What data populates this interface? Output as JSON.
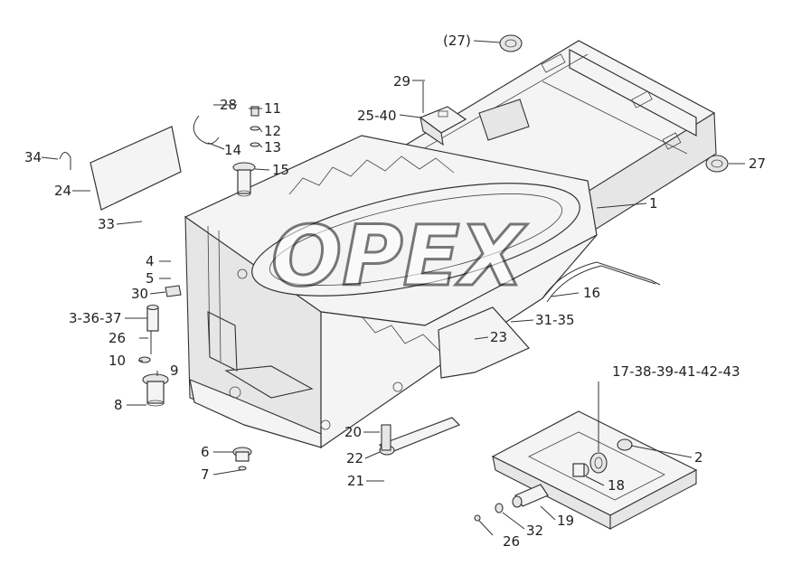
{
  "watermark": "OPEX",
  "labels": [
    {
      "id": "l27a",
      "text": "(27)"
    },
    {
      "id": "l27b",
      "text": "27"
    },
    {
      "id": "l29",
      "text": "29"
    },
    {
      "id": "l2540",
      "text": "25-40"
    },
    {
      "id": "l28",
      "text": "28"
    },
    {
      "id": "l11",
      "text": "11"
    },
    {
      "id": "l12",
      "text": "12"
    },
    {
      "id": "l13",
      "text": "13"
    },
    {
      "id": "l14",
      "text": "14"
    },
    {
      "id": "l15",
      "text": "15"
    },
    {
      "id": "l34",
      "text": "34"
    },
    {
      "id": "l24",
      "text": "24"
    },
    {
      "id": "l33",
      "text": "33"
    },
    {
      "id": "l1",
      "text": "1"
    },
    {
      "id": "l4",
      "text": "4"
    },
    {
      "id": "l5",
      "text": "5"
    },
    {
      "id": "l30",
      "text": "30"
    },
    {
      "id": "l33637",
      "text": "3-36-37"
    },
    {
      "id": "l26a",
      "text": "26"
    },
    {
      "id": "l10",
      "text": "10"
    },
    {
      "id": "l9",
      "text": "9"
    },
    {
      "id": "l8",
      "text": "8"
    },
    {
      "id": "l16",
      "text": "16"
    },
    {
      "id": "l3135",
      "text": "31-35"
    },
    {
      "id": "l23",
      "text": "23"
    },
    {
      "id": "l1743",
      "text": "17-38-39-41-42-43"
    },
    {
      "id": "l2",
      "text": "2"
    },
    {
      "id": "l20",
      "text": "20"
    },
    {
      "id": "l22",
      "text": "22"
    },
    {
      "id": "l21",
      "text": "21"
    },
    {
      "id": "l6",
      "text": "6"
    },
    {
      "id": "l7",
      "text": "7"
    },
    {
      "id": "l18",
      "text": "18"
    },
    {
      "id": "l19",
      "text": "19"
    },
    {
      "id": "l32",
      "text": "32"
    },
    {
      "id": "l26b",
      "text": "26"
    }
  ]
}
